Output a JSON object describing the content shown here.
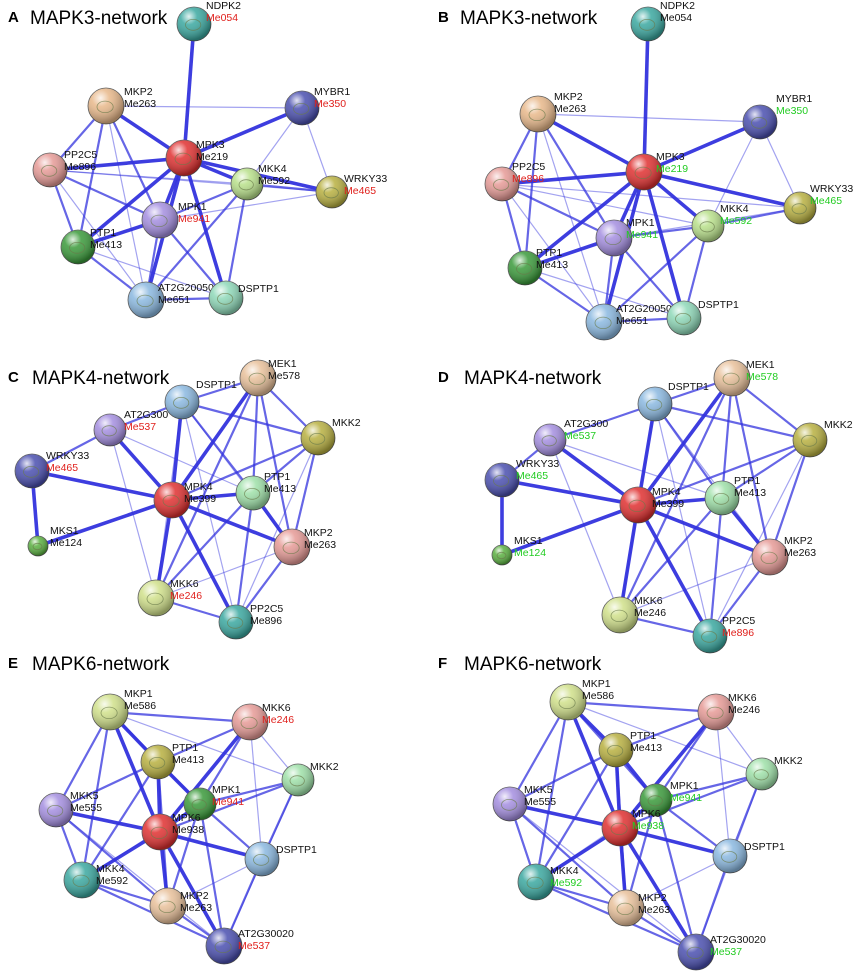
{
  "colors": {
    "edge": "#3333dd",
    "label_default": "#111111",
    "label_red": "#e0201c",
    "label_green": "#22cc22"
  },
  "panels": [
    {
      "letter": "A",
      "title": "MAPK3-network",
      "nodes": [
        {
          "id": "NDPK2",
          "line2": "Me054",
          "color2": "red",
          "fill": "#3aa8a0"
        },
        {
          "id": "MKP2",
          "line2": "Me263",
          "color2": "black",
          "fill": "#e8b88a"
        },
        {
          "id": "MYBR1",
          "line2": "Me350",
          "color2": "red",
          "fill": "#4a4fb0"
        },
        {
          "id": "PP2C5",
          "line2": "Me896",
          "color2": "black",
          "fill": "#e69a96"
        },
        {
          "id": "MPK3",
          "line2": "Me219",
          "color2": "black",
          "fill": "#e03030"
        },
        {
          "id": "WRKY33",
          "line2": "Me465",
          "color2": "red",
          "fill": "#b8b040"
        },
        {
          "id": "MKK4",
          "line2": "Me592",
          "color2": "black",
          "fill": "#b8e08a"
        },
        {
          "id": "MPK1",
          "line2": "Me941",
          "color2": "red",
          "fill": "#a48ee0"
        },
        {
          "id": "PTP1",
          "line2": "Me413",
          "color2": "black",
          "fill": "#3a9a3a"
        },
        {
          "id": "AT2G20050",
          "line2": "Me651",
          "color2": "black",
          "fill": "#8ab8e0"
        },
        {
          "id": "DSPTP1",
          "line2": "",
          "color2": "black",
          "fill": "#8ed8b8"
        }
      ]
    },
    {
      "letter": "B",
      "title": "MAPK3-network",
      "nodes": [
        {
          "id": "NDPK2",
          "line2": "Me054",
          "color2": "black",
          "fill": "#3aa8a0"
        },
        {
          "id": "MKP2",
          "line2": "Me263",
          "color2": "black",
          "fill": "#e8b88a"
        },
        {
          "id": "MYBR1",
          "line2": "Me350",
          "color2": "green",
          "fill": "#4a4fb0"
        },
        {
          "id": "PP2C5",
          "line2": "Me896",
          "color2": "red",
          "fill": "#e69a96"
        },
        {
          "id": "MPK3",
          "line2": "Me219",
          "color2": "green",
          "fill": "#e03030"
        },
        {
          "id": "WRKY33",
          "line2": "Me465",
          "color2": "green",
          "fill": "#b8b040"
        },
        {
          "id": "MKK4",
          "line2": "Me592",
          "color2": "green",
          "fill": "#b8e08a"
        },
        {
          "id": "MPK1",
          "line2": "Me941",
          "color2": "green",
          "fill": "#a48ee0"
        },
        {
          "id": "PTP1",
          "line2": "Me413",
          "color2": "black",
          "fill": "#3a9a3a"
        },
        {
          "id": "AT2G20050",
          "line2": "Me651",
          "color2": "black",
          "fill": "#8ab8e0"
        },
        {
          "id": "DSPTP1",
          "line2": "",
          "color2": "black",
          "fill": "#8ed8b8"
        }
      ]
    },
    {
      "letter": "C",
      "title": "MAPK4-network",
      "nodes": [
        {
          "id": "MEK1",
          "line2": "Me578",
          "color2": "black",
          "fill": "#e8c09a"
        },
        {
          "id": "DSPTP1",
          "line2": "",
          "color2": "black",
          "fill": "#8ab8e0"
        },
        {
          "id": "AT2G300",
          "line2": "Me537",
          "color2": "red",
          "fill": "#a48ee0"
        },
        {
          "id": "MKK2",
          "line2": "",
          "color2": "black",
          "fill": "#b8b040"
        },
        {
          "id": "WRKY33",
          "line2": "Me465",
          "color2": "red",
          "fill": "#4a4fb0"
        },
        {
          "id": "MPK4",
          "line2": "Me399",
          "color2": "black",
          "fill": "#e03030"
        },
        {
          "id": "PTP1",
          "line2": "Me413",
          "color2": "black",
          "fill": "#9ee0a8"
        },
        {
          "id": "MKS1",
          "line2": "Me124",
          "color2": "black",
          "fill": "#5ab040"
        },
        {
          "id": "MKP2",
          "line2": "Me263",
          "color2": "black",
          "fill": "#e69a96"
        },
        {
          "id": "MKK6",
          "line2": "Me246",
          "color2": "red",
          "fill": "#d0e08a"
        },
        {
          "id": "PP2C5",
          "line2": "Me896",
          "color2": "black",
          "fill": "#3aa8a0"
        }
      ]
    },
    {
      "letter": "D",
      "title": "MAPK4-network",
      "nodes": [
        {
          "id": "MEK1",
          "line2": "Me578",
          "color2": "green",
          "fill": "#e8c09a"
        },
        {
          "id": "DSPTP1",
          "line2": "",
          "color2": "black",
          "fill": "#8ab8e0"
        },
        {
          "id": "AT2G300",
          "line2": "Me537",
          "color2": "green",
          "fill": "#a48ee0"
        },
        {
          "id": "MKK2",
          "line2": "",
          "color2": "black",
          "fill": "#b8b040"
        },
        {
          "id": "WRKY33",
          "line2": "Me465",
          "color2": "green",
          "fill": "#4a4fb0"
        },
        {
          "id": "MPK4",
          "line2": "Me399",
          "color2": "black",
          "fill": "#e03030"
        },
        {
          "id": "PTP1",
          "line2": "Me413",
          "color2": "black",
          "fill": "#9ee0a8"
        },
        {
          "id": "MKS1",
          "line2": "Me124",
          "color2": "green",
          "fill": "#5ab040"
        },
        {
          "id": "MKP2",
          "line2": "Me263",
          "color2": "black",
          "fill": "#e69a96"
        },
        {
          "id": "MKK6",
          "line2": "Me246",
          "color2": "black",
          "fill": "#d0e08a"
        },
        {
          "id": "PP2C5",
          "line2": "Me896",
          "color2": "red",
          "fill": "#3aa8a0"
        }
      ]
    },
    {
      "letter": "E",
      "title": "MAPK6-network",
      "nodes": [
        {
          "id": "MKP1",
          "line2": "Me586",
          "color2": "black",
          "fill": "#d0e08a"
        },
        {
          "id": "MKK6",
          "line2": "Me246",
          "color2": "red",
          "fill": "#e69a96"
        },
        {
          "id": "PTP1",
          "line2": "Me413",
          "color2": "black",
          "fill": "#b8b040"
        },
        {
          "id": "MKK2",
          "line2": "",
          "color2": "black",
          "fill": "#9ee0a8"
        },
        {
          "id": "MKK5",
          "line2": "Me555",
          "color2": "black",
          "fill": "#a48ee0"
        },
        {
          "id": "MPK1",
          "line2": "Me941",
          "color2": "red",
          "fill": "#3a9a3a"
        },
        {
          "id": "MPK6",
          "line2": "Me938",
          "color2": "black",
          "fill": "#e03030"
        },
        {
          "id": "DSPTP1",
          "line2": "",
          "color2": "black",
          "fill": "#8ab8e0"
        },
        {
          "id": "MKK4",
          "line2": "Me592",
          "color2": "black",
          "fill": "#3aa8a0"
        },
        {
          "id": "MKP2",
          "line2": "Me263",
          "color2": "black",
          "fill": "#e8c09a"
        },
        {
          "id": "AT2G30020",
          "line2": "Me537",
          "color2": "red",
          "fill": "#4a4fb0"
        }
      ]
    },
    {
      "letter": "F",
      "title": "MAPK6-network",
      "nodes": [
        {
          "id": "MKP1",
          "line2": "Me586",
          "color2": "black",
          "fill": "#d0e08a"
        },
        {
          "id": "MKK6",
          "line2": "Me246",
          "color2": "black",
          "fill": "#e69a96"
        },
        {
          "id": "PTP1",
          "line2": "Me413",
          "color2": "black",
          "fill": "#b8b040"
        },
        {
          "id": "MKK2",
          "line2": "",
          "color2": "black",
          "fill": "#9ee0a8"
        },
        {
          "id": "MKK5",
          "line2": "Me555",
          "color2": "black",
          "fill": "#a48ee0"
        },
        {
          "id": "MPK1",
          "line2": "Me941",
          "color2": "green",
          "fill": "#3a9a3a"
        },
        {
          "id": "MPK6",
          "line2": "Me938",
          "color2": "green",
          "fill": "#e03030"
        },
        {
          "id": "DSPTP1",
          "line2": "",
          "color2": "black",
          "fill": "#8ab8e0"
        },
        {
          "id": "MKK4",
          "line2": "Me592",
          "color2": "green",
          "fill": "#3aa8a0"
        },
        {
          "id": "MKP2",
          "line2": "Me263",
          "color2": "black",
          "fill": "#e8c09a"
        },
        {
          "id": "AT2G30020",
          "line2": "Me537",
          "color2": "green",
          "fill": "#4a4fb0"
        }
      ]
    }
  ]
}
